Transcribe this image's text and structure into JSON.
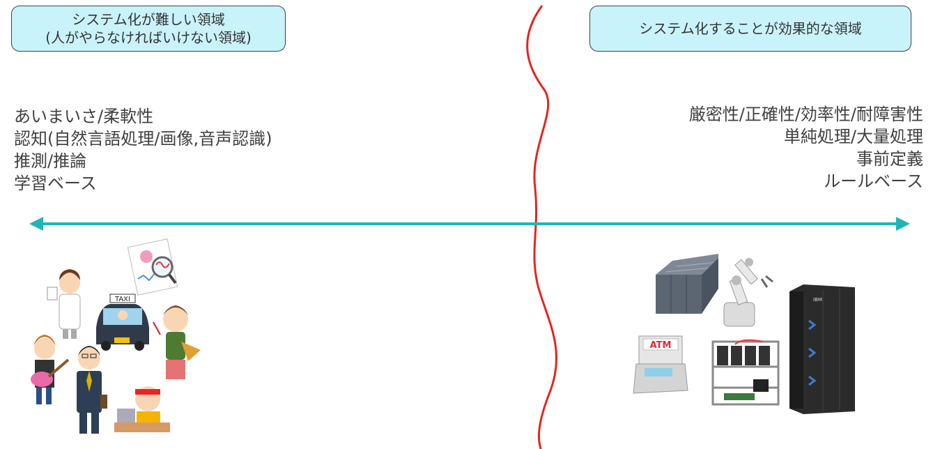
{
  "left_region": {
    "title_line1": "システム化が難しい領域",
    "title_line2": "(人がやらなければいけない領域)",
    "items": [
      "あいまいさ/柔軟性",
      "認知(自然言語処理/画像,音声認識)",
      "推測/推論",
      "学習ベース"
    ]
  },
  "right_region": {
    "title": "システム化することが効果的な領域",
    "items": [
      "厳密性/正確性/効率性/耐障害性",
      "単純処理/大量処理",
      "事前定義",
      "ルールベース"
    ]
  },
  "illustrations": {
    "taxi_sign": "TAXI",
    "atm_sign": "ATM",
    "server_brand": "IBM"
  },
  "colors": {
    "header_fill": "#c9f3fb",
    "arrow": "#1fb5b5",
    "divider": "#e8231d"
  }
}
